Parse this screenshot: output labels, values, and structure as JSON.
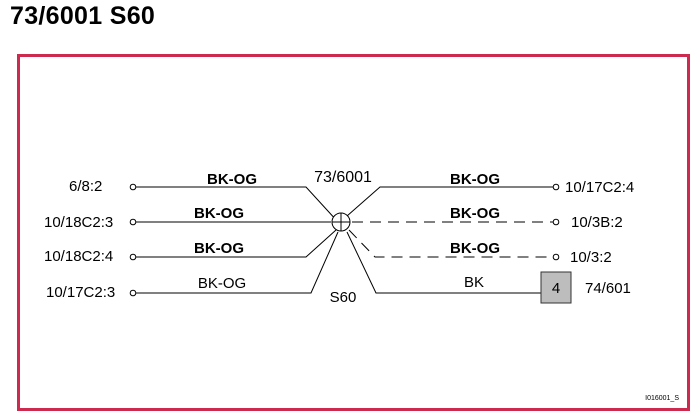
{
  "title": "73/6001 S60",
  "accent_color": "#cc2a4e",
  "splice": {
    "label_top": "73/6001",
    "label_bottom": "S60"
  },
  "left_connections": [
    {
      "terminal": "6/8:2",
      "wire_color": "BK-OG"
    },
    {
      "terminal": "10/18C2:3",
      "wire_color": "BK-OG"
    },
    {
      "terminal": "10/18C2:4",
      "wire_color": "BK-OG"
    },
    {
      "terminal": "10/17C2:3",
      "wire_color": "BK-OG"
    }
  ],
  "right_connections": [
    {
      "terminal": "10/17C2:4",
      "wire_color": "BK-OG",
      "style": "solid"
    },
    {
      "terminal": "10/3B:2",
      "wire_color": "BK-OG",
      "style": "dashed"
    },
    {
      "terminal": "10/3:2",
      "wire_color": "BK-OG",
      "style": "dashed"
    },
    {
      "terminal": "74/601",
      "wire_color": "BK",
      "style": "solid",
      "box_label": "4"
    }
  ],
  "drawing_id": "I016001_S"
}
